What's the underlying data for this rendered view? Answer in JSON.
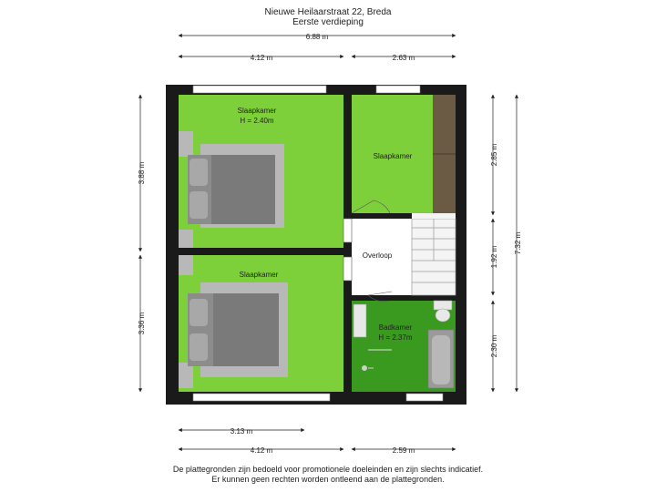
{
  "header": {
    "address": "Nieuwe Heilaarstraat 22, Breda",
    "floor": "Eerste verdieping"
  },
  "rooms": {
    "slaapkamer_top_left": {
      "name": "Slaapkamer",
      "height": "H = 2.40m"
    },
    "slaapkamer_top_right": {
      "name": "Slaapkamer"
    },
    "slaapkamer_bottom_left": {
      "name": "Slaapkamer"
    },
    "overloop": {
      "name": "Overloop"
    },
    "badkamer": {
      "name": "Badkamer",
      "height": "H = 2.37m"
    }
  },
  "dimensions": {
    "total_width": "6.88 m",
    "top_left_width": "4.12 m",
    "top_right_width": "2.63 m",
    "bottom_inner_width": "3.13 m",
    "bottom_left_width": "4.12 m",
    "bottom_right_width": "2.59 m",
    "left_top_height": "3.88 m",
    "left_bottom_height": "3.36 m",
    "right_top_height": "2.85 m",
    "right_mid_height": "1.92 m",
    "right_bottom_height": "2.30 m",
    "total_height": "7.32 m"
  },
  "colors": {
    "room_green": "#7ed03a",
    "bath_green": "#3a9a1f",
    "wall": "#1a1a1a",
    "bed": "#8c8c8c",
    "rug": "#b8b8b8",
    "floor_wood": "#6b5a44"
  },
  "footer": {
    "line1": "De plattegronden zijn bedoeld voor promotionele doeleinden en zijn slechts indicatief.",
    "line2": "Er kunnen geen rechten worden ontleend aan de plattegronden."
  }
}
